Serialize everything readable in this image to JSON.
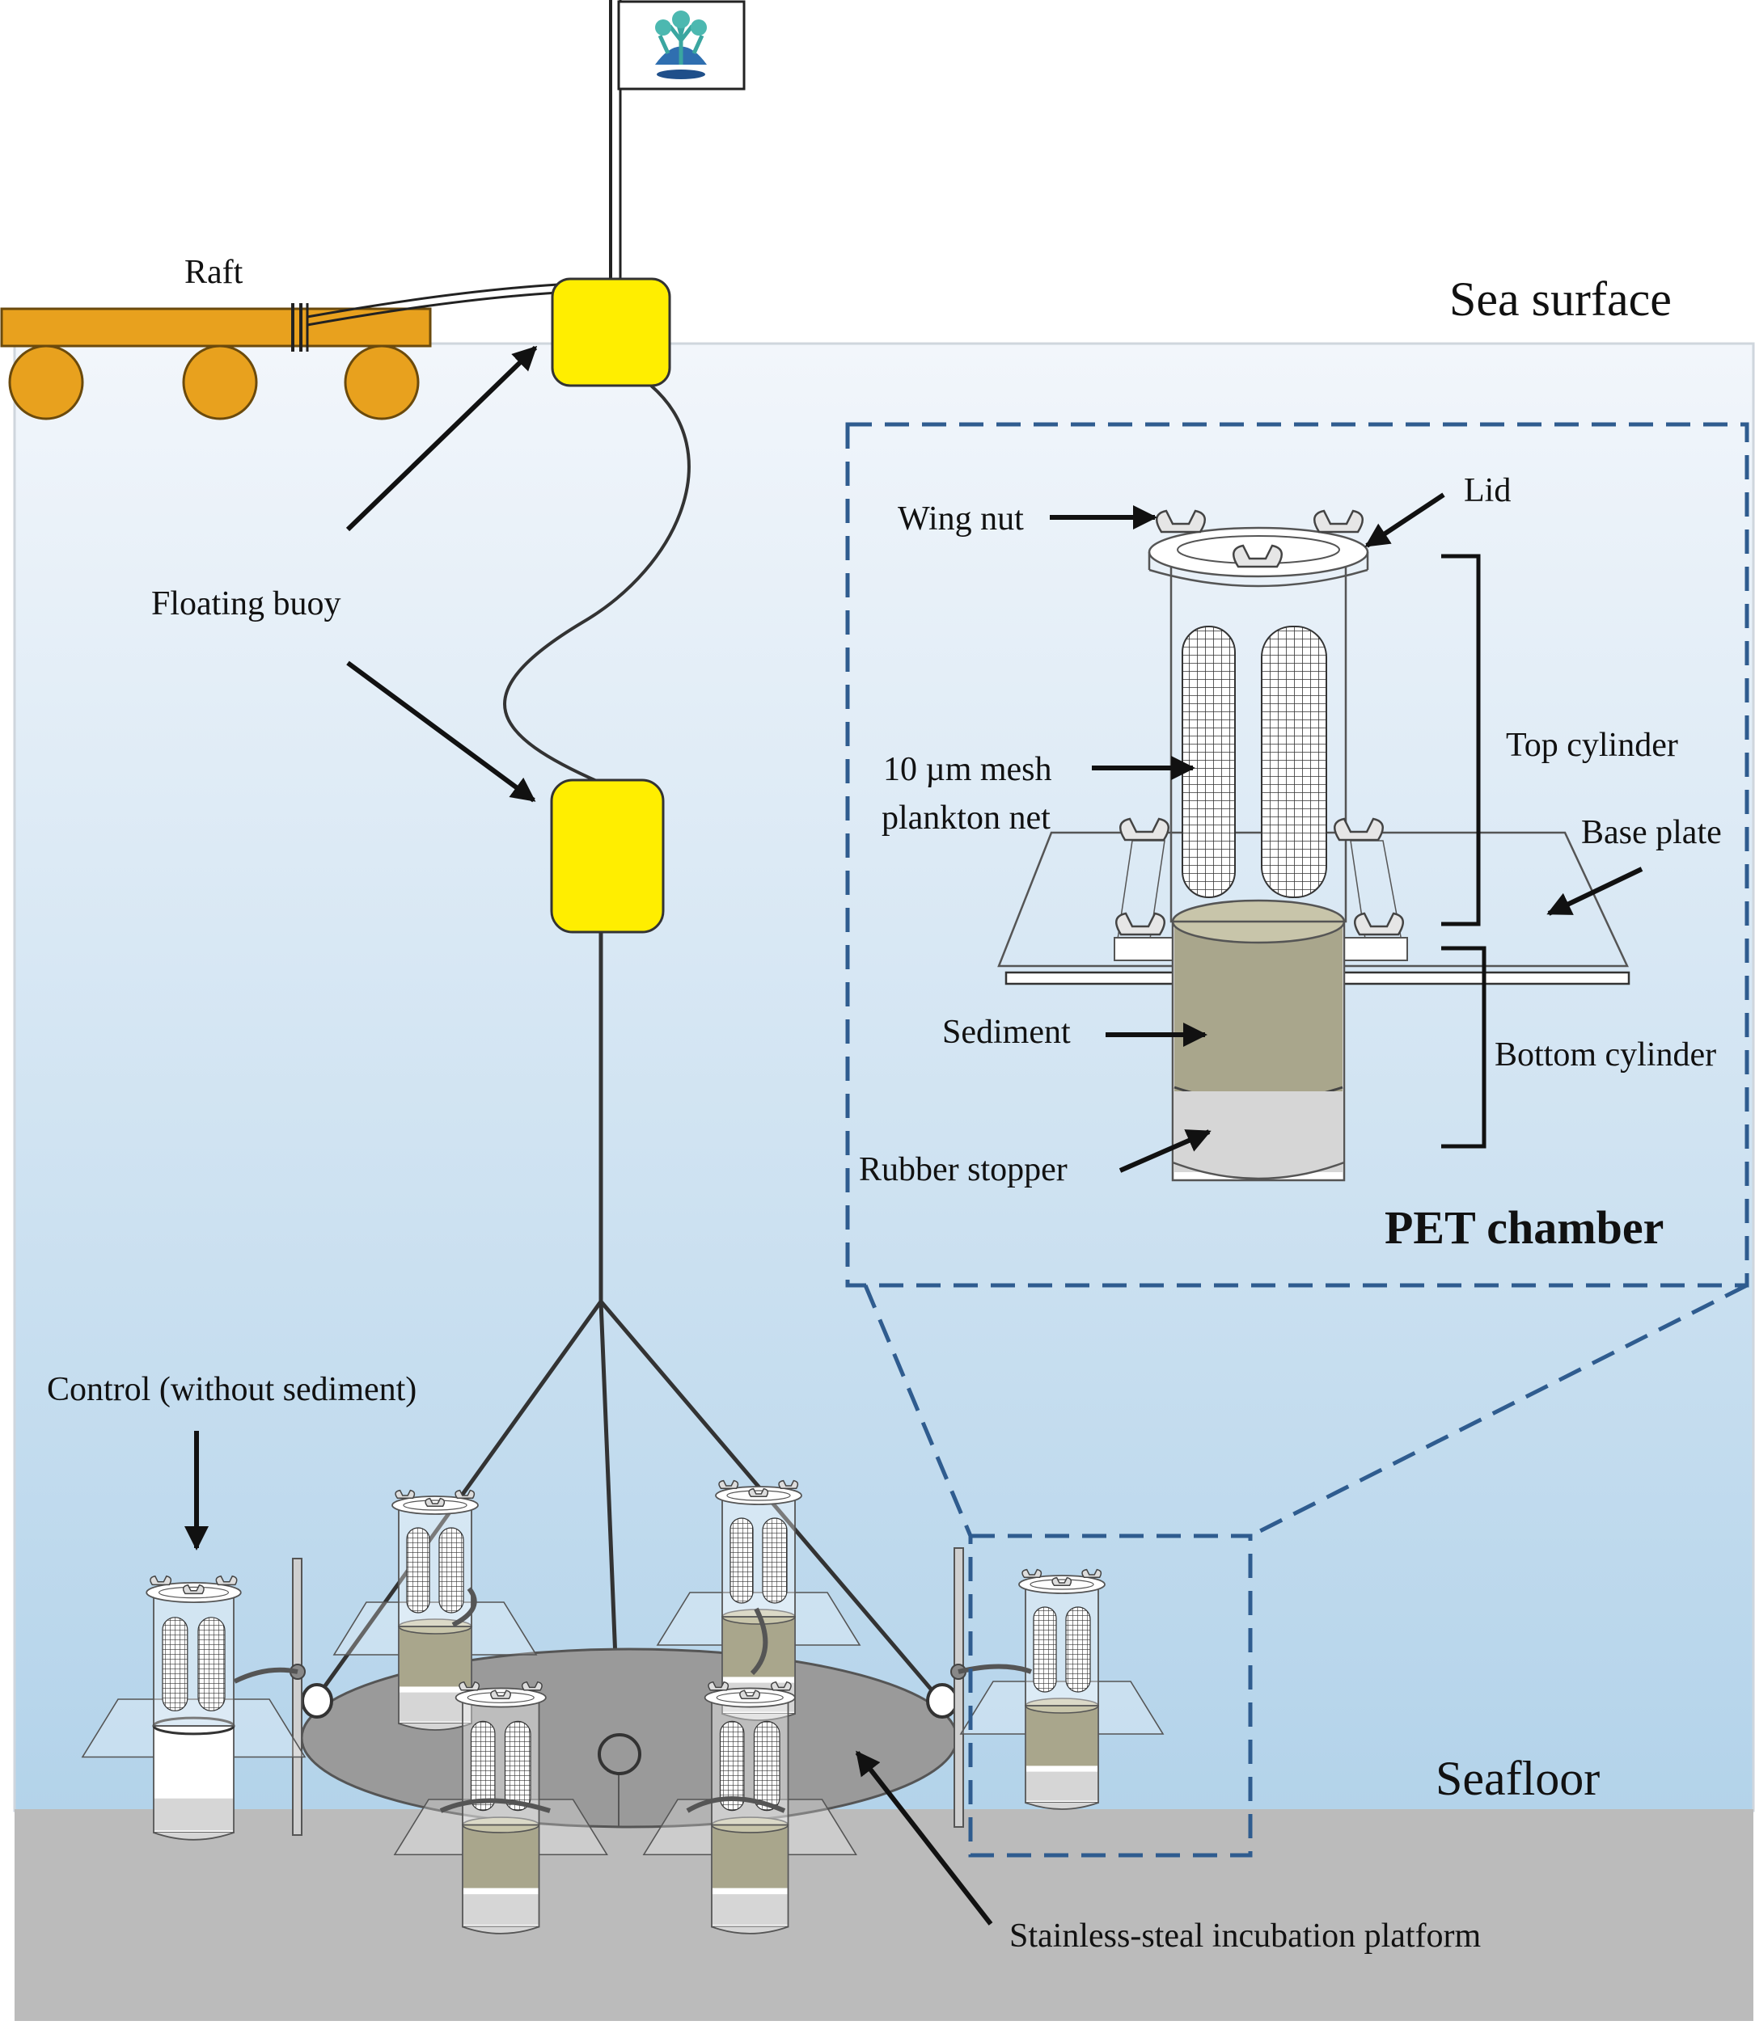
{
  "labels": {
    "raft": "Raft",
    "sea_surface": "Sea surface",
    "floating_buoy": "Floating buoy",
    "seafloor": "Seafloor",
    "control": "Control (without sediment)",
    "platform": "Stainless-steal incubation platform",
    "wing_nut": "Wing nut",
    "lid": "Lid",
    "top_cylinder": "Top cylinder",
    "mesh_line1": "10 µm mesh",
    "mesh_line2": "plankton net",
    "base_plate": "Base plate",
    "sediment": "Sediment",
    "bottom_cylinder": "Bottom cylinder",
    "rubber_stopper": "Rubber stopper",
    "pet_chamber": "PET chamber"
  },
  "colors": {
    "raft": "#e8a11e",
    "buoy": "#ffee00",
    "sea_top": "#f2f6fb",
    "sea_bottom": "#b3d3ea",
    "seafloor": "#bbbbbb",
    "platform": "#9a9a9a",
    "sediment": "#a9a68c",
    "frame": "#2f5c8f"
  }
}
